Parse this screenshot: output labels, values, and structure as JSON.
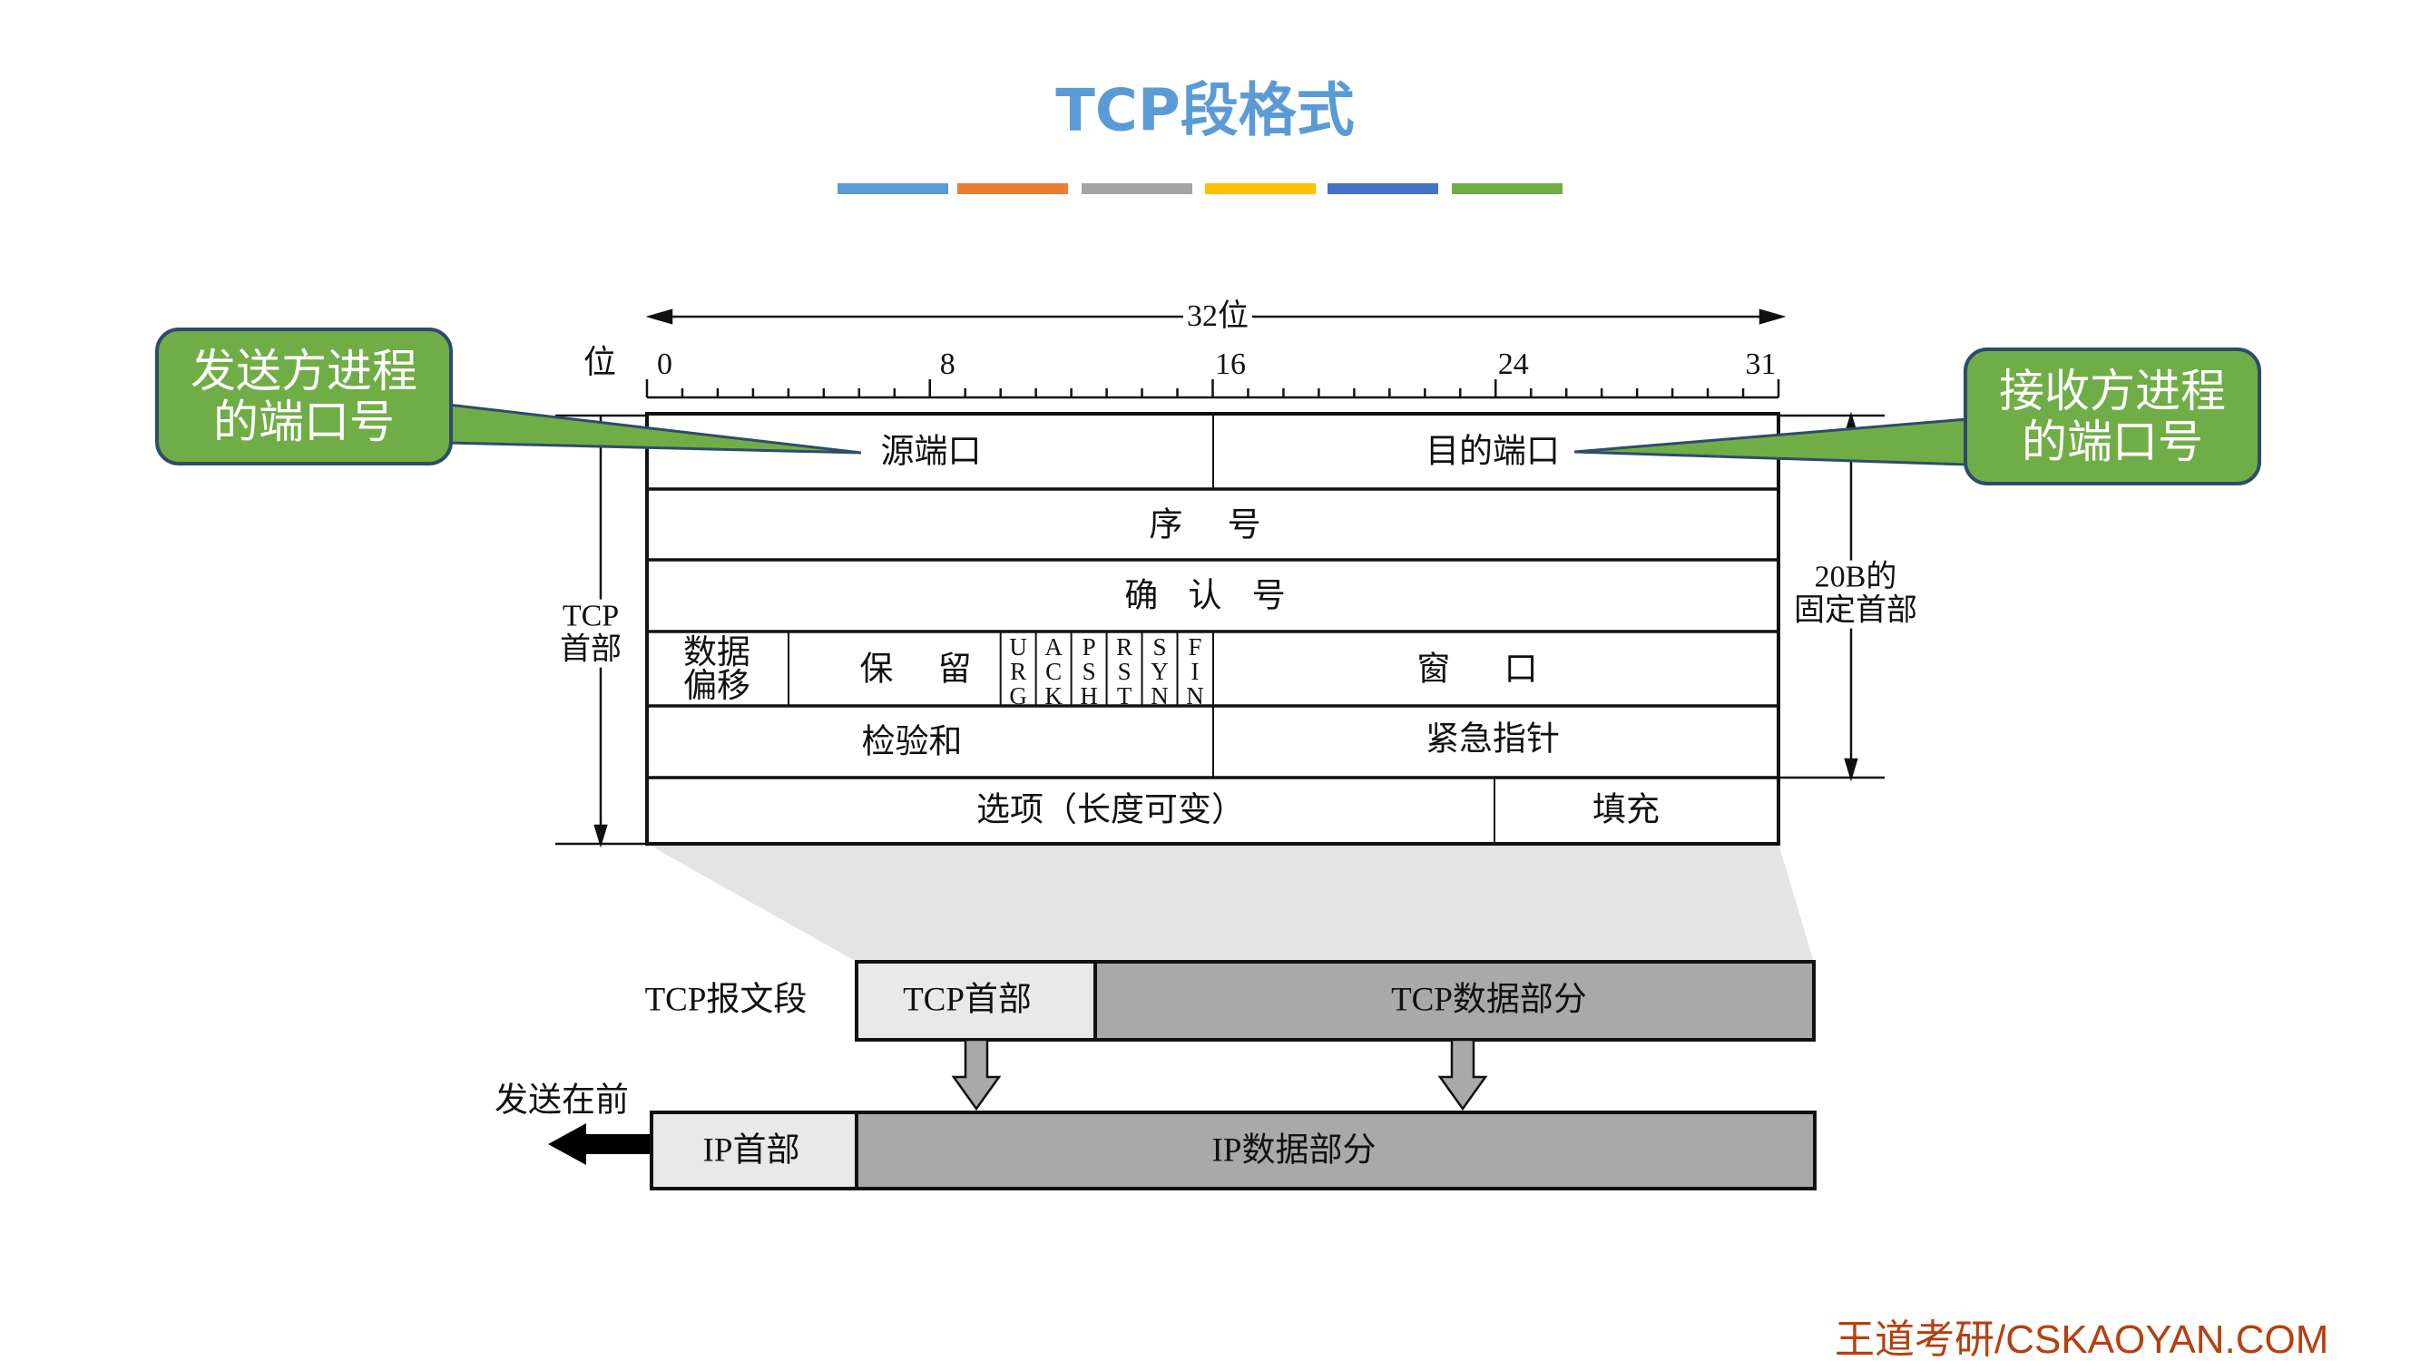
{
  "title": "TCP段格式",
  "accent_colors": [
    "#5b9bd5",
    "#ed7d31",
    "#a5a5a5",
    "#ffc000",
    "#4472c4",
    "#70ad47"
  ],
  "ruler": {
    "width_label": "32位",
    "bit_label": "位",
    "ticks": [
      "0",
      "8",
      "16",
      "24",
      "31"
    ]
  },
  "header_table": {
    "source_port": "源端口",
    "dest_port": "目的端口",
    "sequence_number": "序 号",
    "ack_number": "确 认 号",
    "data_offset": "数据\n偏移",
    "reserved": "保 留",
    "flags": [
      "URG",
      "ACK",
      "PSH",
      "RST",
      "SYN",
      "FIN"
    ],
    "window": "窗 口",
    "checksum": "检验和",
    "urgent_pointer": "紧急指针",
    "options": "选项（长度可变）",
    "padding": "填充"
  },
  "brackets": {
    "tcp_header": "TCP\n首部",
    "fixed_header": "20B的\n固定首部"
  },
  "callouts": {
    "left": "发送方进程\n的端口号",
    "right": "接收方进程\n的端口号"
  },
  "encapsulation": {
    "segment_label": "TCP报文段",
    "tcp_header": "TCP首部",
    "tcp_data": "TCP数据部分",
    "send_first": "发送在前",
    "ip_header": "IP首部",
    "ip_data": "IP数据部分"
  },
  "footer": "王道考研/CSKAOYAN.COM"
}
